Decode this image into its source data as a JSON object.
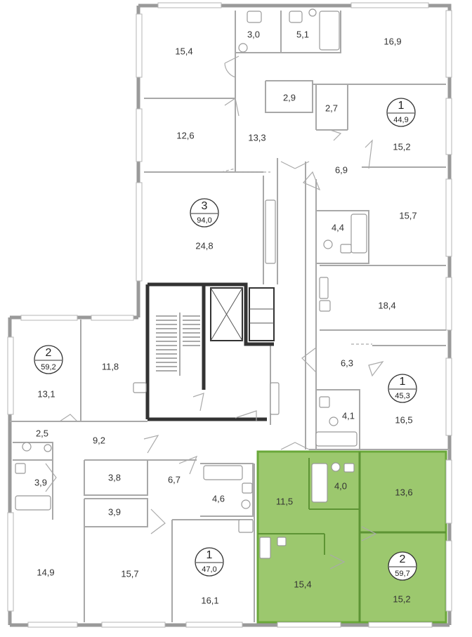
{
  "colors": {
    "highlight": "#9cc86e",
    "highlight_stroke": "#6aa83a",
    "wall": "#9a9a9a",
    "core": "#333333"
  },
  "apartments": [
    {
      "rooms": "3",
      "area": "94,0"
    },
    {
      "rooms": "1",
      "area": "44,9"
    },
    {
      "rooms": "2",
      "area": "59,2"
    },
    {
      "rooms": "1",
      "area": "45,3"
    },
    {
      "rooms": "1",
      "area": "47,0"
    },
    {
      "rooms": "2",
      "area": "59,7"
    }
  ],
  "rooms": [
    "15,4",
    "3,0",
    "5,1",
    "16,9",
    "2,9",
    "2,7",
    "12,6",
    "13,3",
    "15,2",
    "6,9",
    "24,8",
    "4,4",
    "15,7",
    "18,4",
    "11,8",
    "13,1",
    "6,3",
    "4,1",
    "16,5",
    "2,5",
    "9,2",
    "3,9",
    "3,8",
    "6,7",
    "4,6",
    "11,5",
    "4,0",
    "13,6",
    "3,9",
    "14,9",
    "15,7",
    "16,1",
    "15,4",
    "15,2"
  ]
}
